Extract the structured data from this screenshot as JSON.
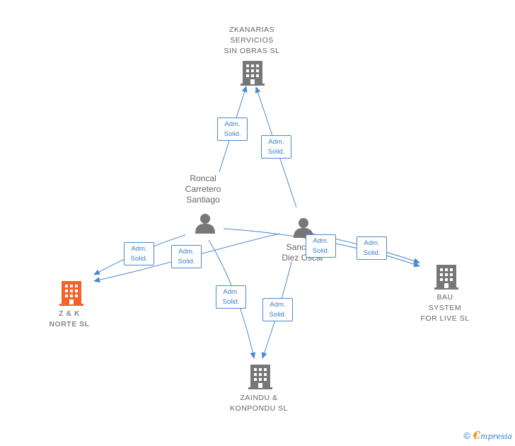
{
  "colors": {
    "edge": "#4a88d0",
    "building_default": "#777777",
    "building_highlight": "#f4622a",
    "person": "#777777"
  },
  "nodes": {
    "zkanarias": {
      "label": "ZKANARIAS\nSERVICIOS\nSIN OBRAS  SL",
      "icon": "building-icon"
    },
    "roncal": {
      "label": "Roncal\nCarretero\nSantiago",
      "icon": "person-icon"
    },
    "sanchez": {
      "label": "Sanchez\nDiez Oscar",
      "icon": "person-icon"
    },
    "zk_norte": {
      "label": "Z & K\nNORTE  SL",
      "icon": "building-icon"
    },
    "bau": {
      "label": "BAU\nSYSTEM\nFOR LIVE  SL",
      "icon": "building-icon"
    },
    "zaindu": {
      "label": "ZAINDU &\nKONPONDU SL",
      "icon": "building-icon"
    }
  },
  "edge_labels": [
    {
      "line1": "Adm.",
      "line2": "Solid."
    },
    {
      "line1": "Adm.",
      "line2": "Solid."
    },
    {
      "line1": "Adm.",
      "line2": "Solid."
    },
    {
      "line1": "Adm.",
      "line2": "Solid."
    },
    {
      "line1": "Adm.",
      "line2": "Solid."
    },
    {
      "line1": "Adm.",
      "line2": "Solid."
    },
    {
      "line1": "Adm.",
      "line2": "Solid."
    },
    {
      "line1": "Adm.",
      "line2": "Solid."
    }
  ],
  "footer": {
    "copyright": "©",
    "brand_e": "€",
    "brand_rest": "mpresia"
  }
}
